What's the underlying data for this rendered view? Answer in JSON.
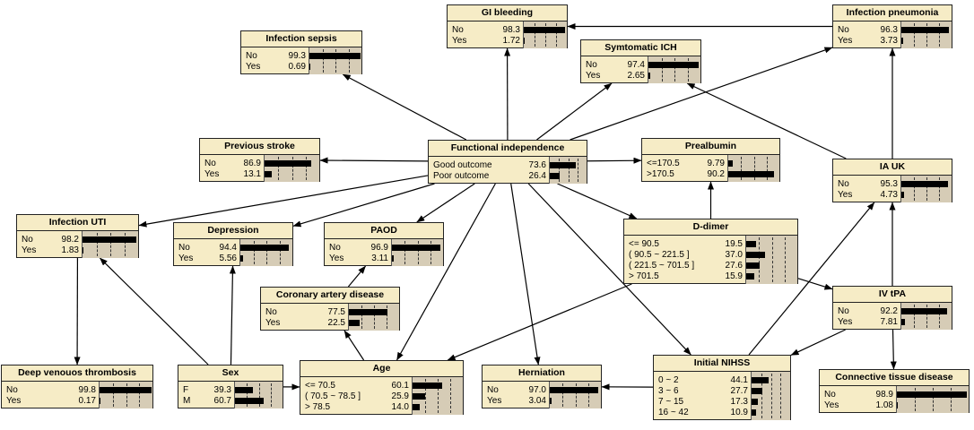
{
  "nodes": [
    {
      "id": "gi",
      "name": "GI bleeding",
      "states": [
        {
          "label": "No",
          "value": "98.3"
        },
        {
          "label": "Yes",
          "value": "1.72"
        }
      ]
    },
    {
      "id": "infpneu",
      "name": "Infection pneumonia",
      "states": [
        {
          "label": "No",
          "value": "96.3"
        },
        {
          "label": "Yes",
          "value": "3.73"
        }
      ]
    },
    {
      "id": "sepsis",
      "name": "Infection sepsis",
      "states": [
        {
          "label": "No",
          "value": "99.3"
        },
        {
          "label": "Yes",
          "value": "0.69"
        }
      ]
    },
    {
      "id": "sich",
      "name": "Symtomatic ICH",
      "states": [
        {
          "label": "No",
          "value": "97.4"
        },
        {
          "label": "Yes",
          "value": "2.65"
        }
      ]
    },
    {
      "id": "prevstroke",
      "name": "Previous stroke",
      "states": [
        {
          "label": "No",
          "value": "86.9"
        },
        {
          "label": "Yes",
          "value": "13.1"
        }
      ]
    },
    {
      "id": "fi",
      "name": "Functional independence",
      "states": [
        {
          "label": "Good outcome",
          "value": "73.6"
        },
        {
          "label": "Poor outcome",
          "value": "26.4"
        }
      ]
    },
    {
      "id": "prealb",
      "name": "Prealbumin",
      "states": [
        {
          "label": "<=170.5",
          "value": "9.79"
        },
        {
          "label": ">170.5",
          "value": "90.2"
        }
      ]
    },
    {
      "id": "iauk",
      "name": "IA UK",
      "states": [
        {
          "label": "No",
          "value": "95.3"
        },
        {
          "label": "Yes",
          "value": "4.73"
        }
      ]
    },
    {
      "id": "uti",
      "name": "Infection UTI",
      "states": [
        {
          "label": "No",
          "value": "98.2"
        },
        {
          "label": "Yes",
          "value": "1.83"
        }
      ]
    },
    {
      "id": "depr",
      "name": "Depression",
      "states": [
        {
          "label": "No",
          "value": "94.4"
        },
        {
          "label": "Yes",
          "value": "5.56"
        }
      ]
    },
    {
      "id": "paod",
      "name": "PAOD",
      "states": [
        {
          "label": "No",
          "value": "96.9"
        },
        {
          "label": "Yes",
          "value": "3.11"
        }
      ]
    },
    {
      "id": "ddimer",
      "name": "D-dimer",
      "states": [
        {
          "label": "<= 90.5",
          "value": "19.5"
        },
        {
          "label": "( 90.5 ~ 221.5 ]",
          "value": "37.0"
        },
        {
          "label": "( 221.5 ~ 701.5 ]",
          "value": "27.6"
        },
        {
          "label": "> 701.5",
          "value": "15.9"
        }
      ]
    },
    {
      "id": "cad",
      "name": "Coronary artery disease",
      "states": [
        {
          "label": "No",
          "value": "77.5"
        },
        {
          "label": "Yes",
          "value": "22.5"
        }
      ]
    },
    {
      "id": "ivtpa",
      "name": "IV tPA",
      "states": [
        {
          "label": "No",
          "value": "92.2"
        },
        {
          "label": "Yes",
          "value": "7.81"
        }
      ]
    },
    {
      "id": "dvt",
      "name": "Deep venouos thrombosis",
      "states": [
        {
          "label": "No",
          "value": "99.8"
        },
        {
          "label": "Yes",
          "value": "0.17"
        }
      ]
    },
    {
      "id": "sex",
      "name": "Sex",
      "states": [
        {
          "label": "F",
          "value": "39.3"
        },
        {
          "label": "M",
          "value": "60.7"
        }
      ]
    },
    {
      "id": "age",
      "name": "Age",
      "states": [
        {
          "label": "<= 70.5",
          "value": "60.1"
        },
        {
          "label": "( 70.5 ~ 78.5 ]",
          "value": "25.9"
        },
        {
          "label": "> 78.5",
          "value": "14.0"
        }
      ]
    },
    {
      "id": "hern",
      "name": "Herniation",
      "states": [
        {
          "label": "No",
          "value": "97.0"
        },
        {
          "label": "Yes",
          "value": "3.04"
        }
      ]
    },
    {
      "id": "nihss",
      "name": "Initial NIHSS",
      "states": [
        {
          "label": "0 ~ 2",
          "value": "44.1"
        },
        {
          "label": "3 ~ 6",
          "value": "27.7"
        },
        {
          "label": "7 ~ 15",
          "value": "17.3"
        },
        {
          "label": "16 ~ 42",
          "value": "10.9"
        }
      ]
    },
    {
      "id": "cti",
      "name": "Connective tissue disease",
      "states": [
        {
          "label": "No",
          "value": "98.9"
        },
        {
          "label": "Yes",
          "value": "1.08"
        }
      ]
    }
  ],
  "edges": [
    [
      "fi",
      "gi"
    ],
    [
      "fi",
      "sepsis"
    ],
    [
      "fi",
      "sich"
    ],
    [
      "fi",
      "infpneu"
    ],
    [
      "fi",
      "prevstroke"
    ],
    [
      "fi",
      "prealb"
    ],
    [
      "fi",
      "uti"
    ],
    [
      "fi",
      "depr"
    ],
    [
      "fi",
      "paod"
    ],
    [
      "fi",
      "ddimer"
    ],
    [
      "fi",
      "age"
    ],
    [
      "fi",
      "hern"
    ],
    [
      "fi",
      "nihss"
    ],
    [
      "infpneu",
      "gi"
    ],
    [
      "iauk",
      "infpneu"
    ],
    [
      "iauk",
      "sich"
    ],
    [
      "ddimer",
      "prealb"
    ],
    [
      "ddimer",
      "ivtpa"
    ],
    [
      "ddimer",
      "age"
    ],
    [
      "ivtpa",
      "iauk"
    ],
    [
      "ivtpa",
      "nihss"
    ],
    [
      "ivtpa",
      "cti"
    ],
    [
      "nihss",
      "iauk"
    ],
    [
      "nihss",
      "hern"
    ],
    [
      "age",
      "cad"
    ],
    [
      "cad",
      "paod"
    ],
    [
      "sex",
      "uti"
    ],
    [
      "sex",
      "depr"
    ],
    [
      "sex",
      "age"
    ],
    [
      "uti",
      "dvt"
    ]
  ]
}
